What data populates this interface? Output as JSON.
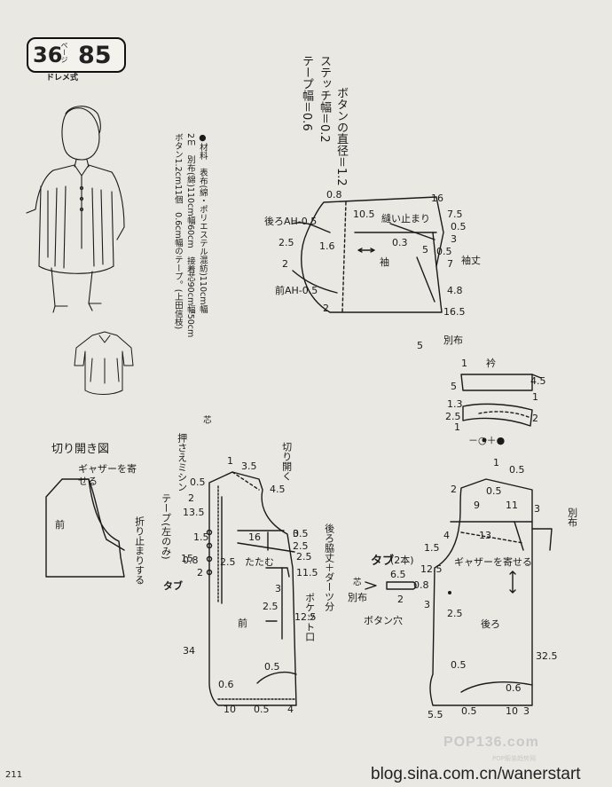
{
  "header": {
    "num1": "36",
    "page_label": "ページ",
    "num2": "85",
    "subtitle": "ドレメ式"
  },
  "notes": {
    "button_diameter": "ボタンの直径＝1.2",
    "stitch_width": "ステッチ幅＝0.2",
    "tape_width": "テープ幅＝0.6"
  },
  "materials": {
    "line1": "●材料　表布(綿・ポリエステル混紡)110cm幅",
    "line2": "2ｍ　別布(綿)110cm幅60cm　接着芯90cm幅50cm",
    "line3": "ボタン1.2cm11個　0.6cm幅のテープ。(上田信枝)"
  },
  "sleeve": {
    "title": "袖",
    "cap_label": "縫い止まり",
    "length_label": "袖丈",
    "back_ah": "後ろAH-0.5",
    "front_ah": "前AH-0.5",
    "dims": [
      "0.8",
      "16",
      "10.5",
      "7.5",
      "0.5",
      "2.5",
      "0.3",
      "1.6",
      "3",
      "5",
      "0.5",
      "7",
      "2",
      "4.8",
      "16.5",
      "2"
    ],
    "extra": "別布",
    "five": "5"
  },
  "collar": {
    "title": "衿",
    "dims": [
      "1",
      "4.5",
      "5",
      "1",
      "1.3",
      "2.5",
      "1",
      "2"
    ],
    "symbol": "－○＋●"
  },
  "cut_diagram": {
    "title": "切り開き図",
    "gather": "ギャザーを寄せる",
    "front": "前",
    "fold": "折り止まりする"
  },
  "front": {
    "label": "前",
    "interfacing": "芯",
    "pressing": "押さえミシン",
    "open_label": "切り開く",
    "tuck": "たたむ",
    "tape_label": "テープ(左のみ)",
    "tab": "タブ",
    "pocket": "ポケット口",
    "dart": "後ろ脇丈＋ダーツ分",
    "dims": [
      "1",
      "3.5",
      "0.5",
      "4.5",
      "2",
      "13.5",
      "16",
      "1.5",
      "2.5",
      "0.8",
      "15",
      "2",
      "2.5",
      "11.5",
      "0.5",
      "2.5",
      "12.5",
      "3",
      "34",
      "0.5",
      "0.6",
      "10",
      "0.5",
      "4",
      "3",
      "2.5"
    ]
  },
  "tab": {
    "title": "タブ",
    "count": "(2本)",
    "fabric": "別布",
    "hole": "ボタン穴",
    "interfacing": "芯",
    "dims": [
      "6.5",
      "0.8",
      "2"
    ]
  },
  "back": {
    "label": "後ろ",
    "gather": "ギャザーを寄せる",
    "extra": "別布",
    "dims": [
      "1",
      "0.5",
      "2",
      "9",
      "11",
      "3",
      "4",
      "1.5",
      "13",
      "12.5",
      "3",
      "2.5",
      "32.5",
      "0.5",
      "5.5",
      "0.5",
      "10",
      "3",
      "0.6",
      "0.5"
    ]
  },
  "footer": {
    "blog": "blog.sina.com.cn/wanerstart",
    "watermark": "POP136.com",
    "watermark_sub": "POP服装趋势网",
    "page": "211"
  },
  "colors": {
    "ink": "#1a1a1a",
    "paper": "#e9e8e2"
  }
}
